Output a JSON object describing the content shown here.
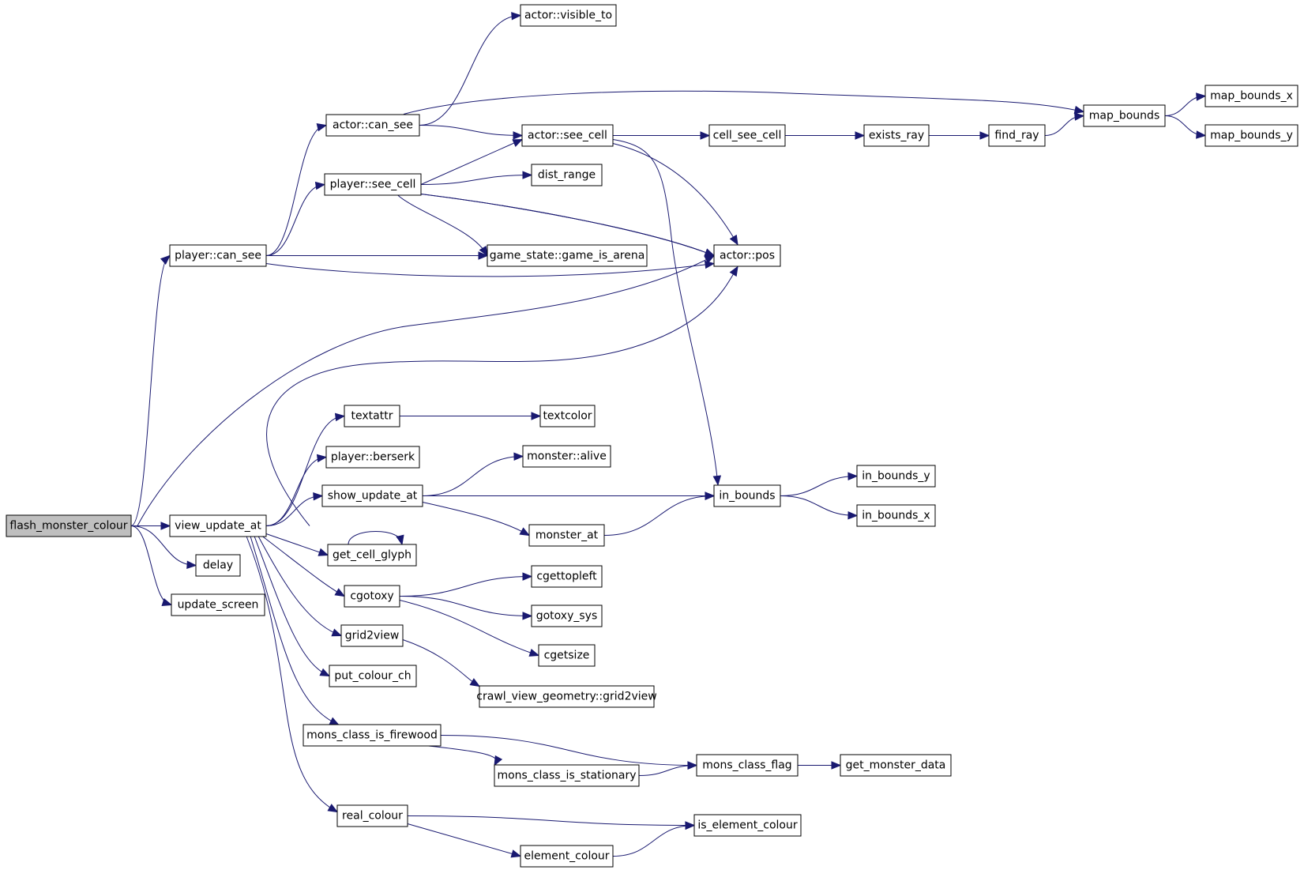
{
  "diagram": {
    "type": "call-graph",
    "colors": {
      "edge": "#191970",
      "node_border": "#000000",
      "root_fill": "#bfbfbf",
      "node_fill": "#ffffff"
    },
    "nodes": [
      {
        "id": "flash_monster_colour",
        "label": "flash_monster_colour",
        "root": true
      },
      {
        "id": "player_can_see",
        "label": "player::can_see"
      },
      {
        "id": "view_update_at",
        "label": "view_update_at"
      },
      {
        "id": "delay",
        "label": "delay"
      },
      {
        "id": "update_screen",
        "label": "update_screen"
      },
      {
        "id": "actor_can_see",
        "label": "actor::can_see"
      },
      {
        "id": "player_see_cell",
        "label": "player::see_cell"
      },
      {
        "id": "textattr",
        "label": "textattr"
      },
      {
        "id": "player_berserk",
        "label": "player::berserk"
      },
      {
        "id": "show_update_at",
        "label": "show_update_at"
      },
      {
        "id": "get_cell_glyph",
        "label": "get_cell_glyph"
      },
      {
        "id": "cgotoxy",
        "label": "cgotoxy"
      },
      {
        "id": "grid2view",
        "label": "grid2view"
      },
      {
        "id": "put_colour_ch",
        "label": "put_colour_ch"
      },
      {
        "id": "mons_class_is_firewood",
        "label": "mons_class_is_firewood"
      },
      {
        "id": "real_colour",
        "label": "real_colour"
      },
      {
        "id": "actor_visible_to",
        "label": "actor::visible_to"
      },
      {
        "id": "actor_see_cell",
        "label": "actor::see_cell"
      },
      {
        "id": "dist_range",
        "label": "dist_range"
      },
      {
        "id": "game_is_arena",
        "label": "game_state::game_is_arena"
      },
      {
        "id": "textcolor",
        "label": "textcolor"
      },
      {
        "id": "monster_alive",
        "label": "monster::alive"
      },
      {
        "id": "monster_at",
        "label": "monster_at"
      },
      {
        "id": "cgettopleft",
        "label": "cgettopleft"
      },
      {
        "id": "gotoxy_sys",
        "label": "gotoxy_sys"
      },
      {
        "id": "cgetsize",
        "label": "cgetsize"
      },
      {
        "id": "crawl_grid2view",
        "label": "crawl_view_geometry::grid2view"
      },
      {
        "id": "mons_class_is_stationary",
        "label": "mons_class_is_stationary"
      },
      {
        "id": "element_colour",
        "label": "element_colour"
      },
      {
        "id": "cell_see_cell",
        "label": "cell_see_cell"
      },
      {
        "id": "actor_pos",
        "label": "actor::pos"
      },
      {
        "id": "in_bounds",
        "label": "in_bounds"
      },
      {
        "id": "mons_class_flag",
        "label": "mons_class_flag"
      },
      {
        "id": "is_element_colour",
        "label": "is_element_colour"
      },
      {
        "id": "exists_ray",
        "label": "exists_ray"
      },
      {
        "id": "in_bounds_y",
        "label": "in_bounds_y"
      },
      {
        "id": "in_bounds_x",
        "label": "in_bounds_x"
      },
      {
        "id": "get_monster_data",
        "label": "get_monster_data"
      },
      {
        "id": "find_ray",
        "label": "find_ray"
      },
      {
        "id": "map_bounds",
        "label": "map_bounds"
      },
      {
        "id": "map_bounds_x",
        "label": "map_bounds_x"
      },
      {
        "id": "map_bounds_y",
        "label": "map_bounds_y"
      }
    ],
    "edges": [
      [
        "flash_monster_colour",
        "player_can_see"
      ],
      [
        "flash_monster_colour",
        "actor_pos"
      ],
      [
        "flash_monster_colour",
        "view_update_at"
      ],
      [
        "flash_monster_colour",
        "delay"
      ],
      [
        "flash_monster_colour",
        "update_screen"
      ],
      [
        "player_can_see",
        "actor_can_see"
      ],
      [
        "player_can_see",
        "player_see_cell"
      ],
      [
        "player_can_see",
        "game_is_arena"
      ],
      [
        "player_can_see",
        "actor_pos"
      ],
      [
        "actor_can_see",
        "actor_visible_to"
      ],
      [
        "actor_can_see",
        "map_bounds"
      ],
      [
        "actor_can_see",
        "actor_see_cell"
      ],
      [
        "player_see_cell",
        "actor_pos"
      ],
      [
        "player_see_cell",
        "actor_see_cell"
      ],
      [
        "player_see_cell",
        "dist_range"
      ],
      [
        "player_see_cell",
        "game_is_arena"
      ],
      [
        "player_see_cell",
        "actor_pos"
      ],
      [
        "actor_see_cell",
        "cell_see_cell"
      ],
      [
        "actor_see_cell",
        "actor_pos"
      ],
      [
        "actor_see_cell",
        "in_bounds"
      ],
      [
        "cell_see_cell",
        "exists_ray"
      ],
      [
        "exists_ray",
        "find_ray"
      ],
      [
        "find_ray",
        "map_bounds"
      ],
      [
        "map_bounds",
        "map_bounds_x"
      ],
      [
        "map_bounds",
        "map_bounds_y"
      ],
      [
        "view_update_at",
        "actor_pos"
      ],
      [
        "view_update_at",
        "textattr"
      ],
      [
        "view_update_at",
        "player_berserk"
      ],
      [
        "view_update_at",
        "show_update_at"
      ],
      [
        "view_update_at",
        "get_cell_glyph"
      ],
      [
        "view_update_at",
        "cgotoxy"
      ],
      [
        "view_update_at",
        "grid2view"
      ],
      [
        "view_update_at",
        "put_colour_ch"
      ],
      [
        "view_update_at",
        "mons_class_is_firewood"
      ],
      [
        "view_update_at",
        "real_colour"
      ],
      [
        "textattr",
        "textcolor"
      ],
      [
        "show_update_at",
        "monster_alive"
      ],
      [
        "show_update_at",
        "in_bounds"
      ],
      [
        "show_update_at",
        "monster_at"
      ],
      [
        "monster_at",
        "in_bounds"
      ],
      [
        "in_bounds",
        "in_bounds_y"
      ],
      [
        "in_bounds",
        "in_bounds_x"
      ],
      [
        "get_cell_glyph",
        "get_cell_glyph"
      ],
      [
        "cgotoxy",
        "cgettopleft"
      ],
      [
        "cgotoxy",
        "gotoxy_sys"
      ],
      [
        "cgotoxy",
        "cgetsize"
      ],
      [
        "grid2view",
        "crawl_grid2view"
      ],
      [
        "mons_class_is_firewood",
        "mons_class_flag"
      ],
      [
        "mons_class_is_firewood",
        "mons_class_is_stationary"
      ],
      [
        "mons_class_is_stationary",
        "mons_class_flag"
      ],
      [
        "mons_class_flag",
        "get_monster_data"
      ],
      [
        "real_colour",
        "is_element_colour"
      ],
      [
        "real_colour",
        "element_colour"
      ],
      [
        "element_colour",
        "is_element_colour"
      ]
    ]
  }
}
